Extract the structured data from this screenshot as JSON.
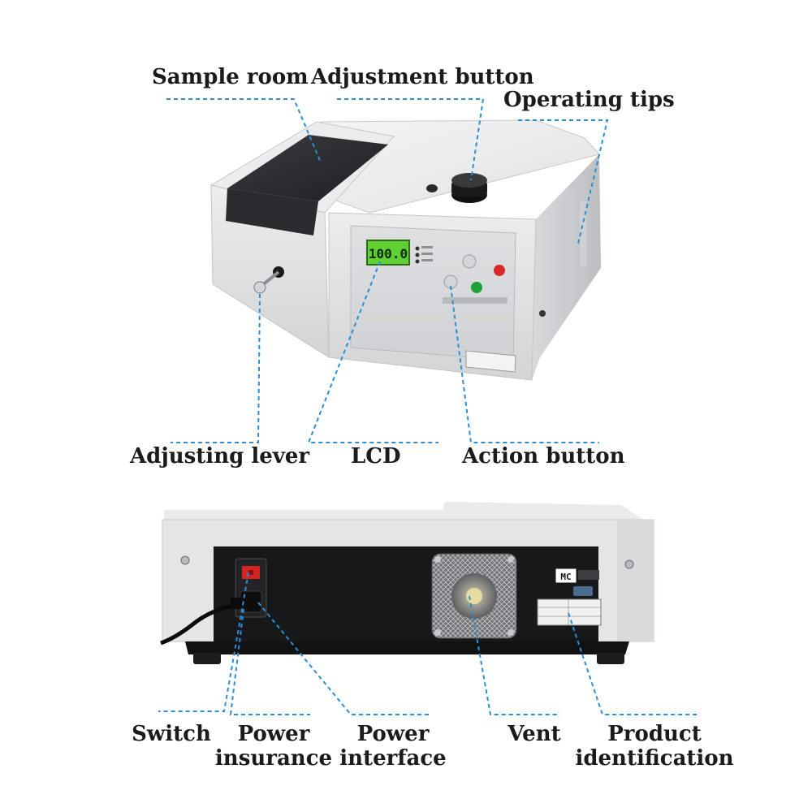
{
  "device": {
    "display_reading": "100.0",
    "rear_badge": "MC"
  },
  "labels": {
    "sample_room": "Sample room",
    "adjustment_button": "Adjustment button",
    "operating_tips": "Operating tips",
    "adjusting_lever": "Adjusting lever",
    "lcd": "LCD",
    "action_button": "Action button",
    "switch": "Switch",
    "power_insurance_line1": "Power",
    "power_insurance_line2": "insurance",
    "power_interface_line1": "Power",
    "power_interface_line2": "interface",
    "vent": "Vent",
    "product_identification_line1": "Product",
    "product_identification_line2": "identification"
  },
  "colors": {
    "leader_line": "#2a8fd6",
    "body_light": "#e8e9eb",
    "body_shadow": "#c9cbce",
    "lid_dark": "#2b2d30",
    "lcd_green": "#63d23a",
    "indicator_red": "#d8282a",
    "indicator_green": "#1fa13a"
  }
}
